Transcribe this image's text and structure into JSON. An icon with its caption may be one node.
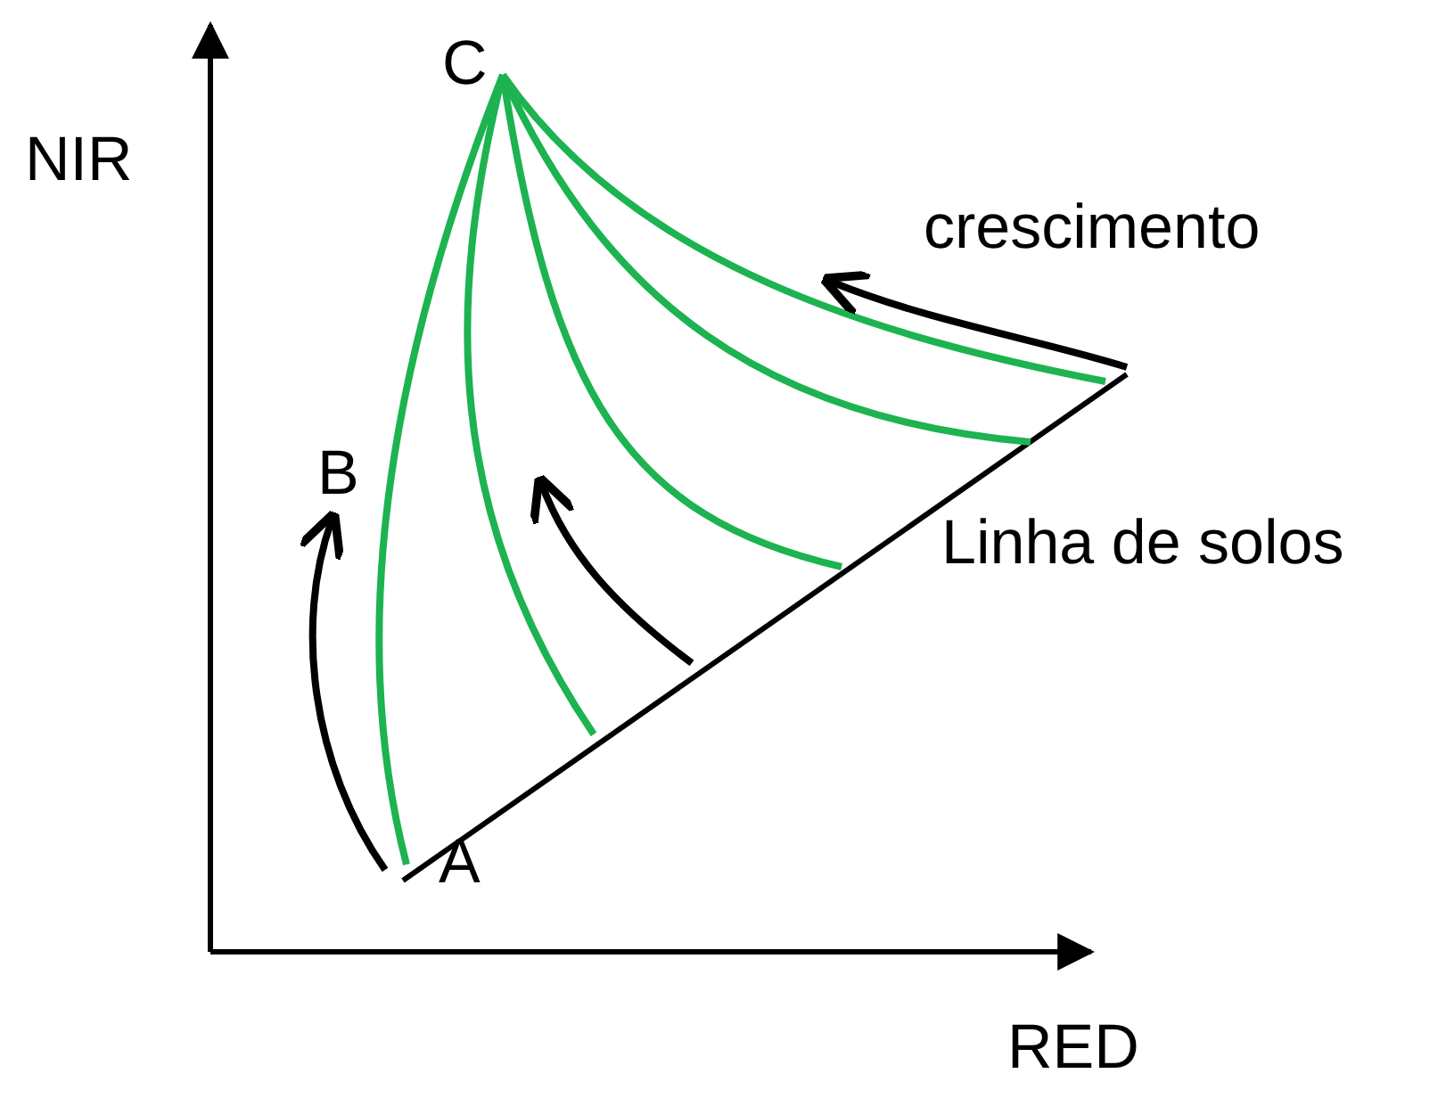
{
  "diagram": {
    "labels": [
      "NIR",
      "C",
      "crescimento",
      "B",
      "Linha de solos",
      "A",
      "RED"
    ]
  }
}
